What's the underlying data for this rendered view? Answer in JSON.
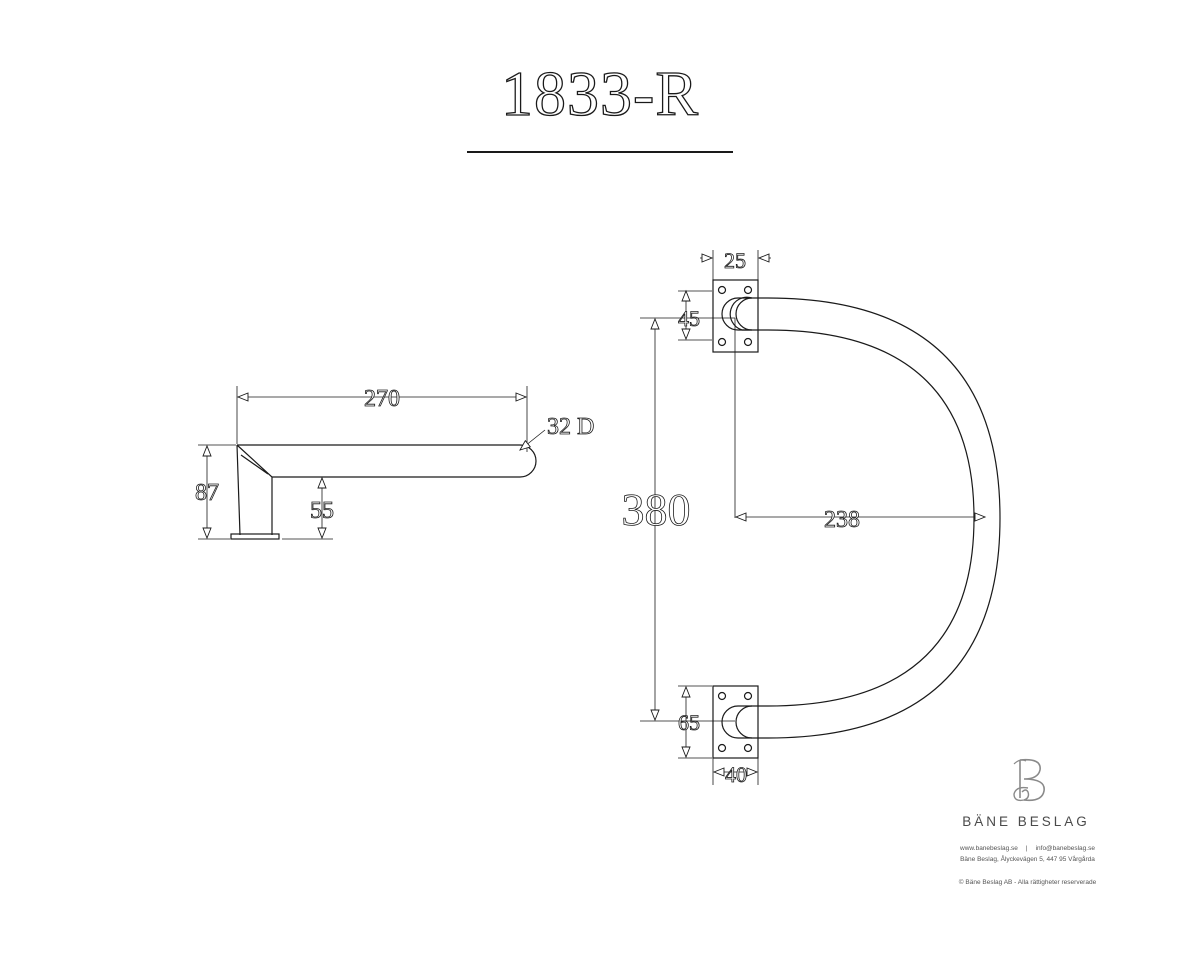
{
  "drawing": {
    "title": "1833-R",
    "side_view": {
      "length_label": "270",
      "height_label": "87",
      "stem_label": "55",
      "diameter_label": "32 D"
    },
    "front_view": {
      "top_plate_width_label": "25",
      "top_plate_height_label": "45",
      "overall_height_label": "380",
      "projection_label": "238",
      "bottom_plate_height_label": "65",
      "bottom_plate_width_label": "40"
    }
  },
  "brand": {
    "logo_icon": "bane-beslag-monogram-icon",
    "name": "BÄNE BESLAG",
    "website": "www.banebeslag.se",
    "separator": "|",
    "email": "info@banebeslag.se",
    "address": "Bäne Beslag, Ålyckevägen 5, 447 95 Vårgårda",
    "copyright": "© Bäne Beslag AB - Alla rättigheter reserverade"
  }
}
